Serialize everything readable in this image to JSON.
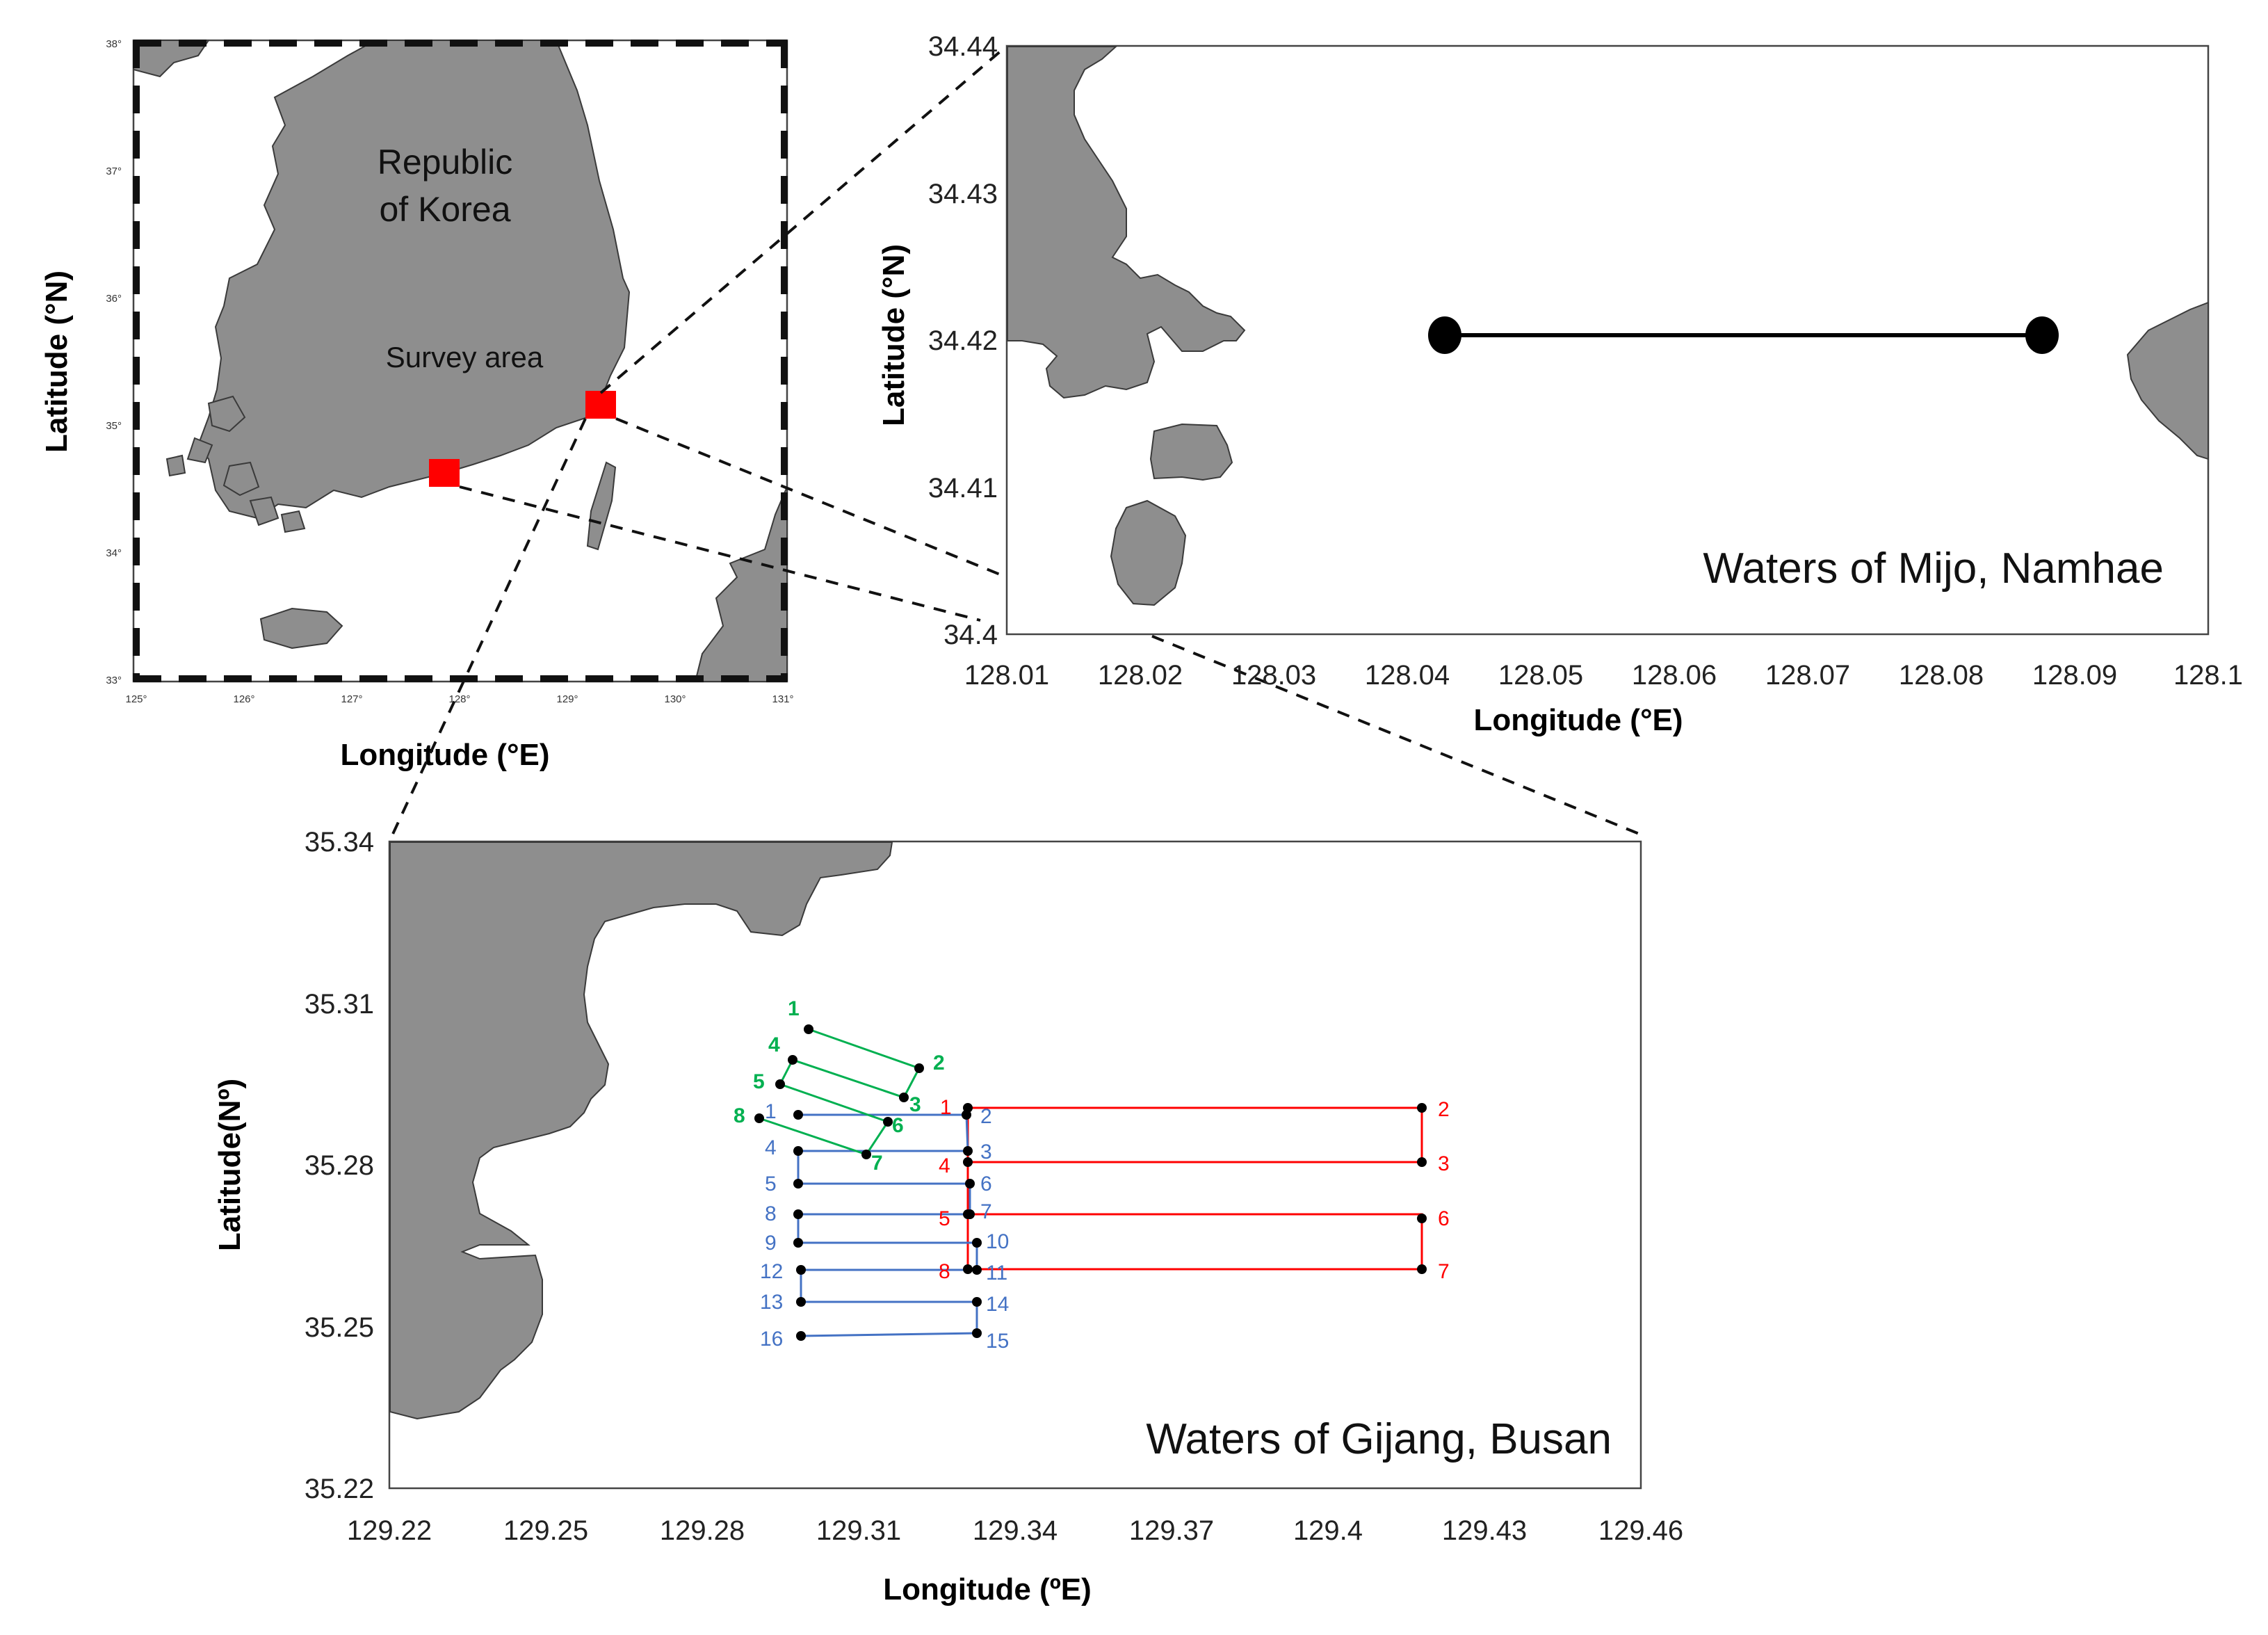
{
  "overview_map": {
    "title_line1": "Republic",
    "title_line2": "of Korea",
    "survey_label": "Survey area",
    "x_axis_label": "Longitude (°E)",
    "y_axis_label": "Latitude (°N)",
    "x_ticks": [
      "125°",
      "126°",
      "127°",
      "128°",
      "129°",
      "130°",
      "131°"
    ],
    "y_ticks": [
      "38°",
      "37°",
      "36°",
      "35°",
      "34°",
      "33°"
    ],
    "survey_marker_color": "#ff0000"
  },
  "mijo_map": {
    "title": "Waters of Mijo, Namhae",
    "x_axis_label": "Longitude (°E)",
    "y_axis_label": "Latitude (°N)",
    "x_ticks": [
      "128.01",
      "128.02",
      "128.03",
      "128.04",
      "128.05",
      "128.06",
      "128.07",
      "128.08",
      "128.09",
      "128.1"
    ],
    "y_ticks": [
      "34.44",
      "34.43",
      "34.42",
      "34.41",
      "34.4"
    ],
    "transect": {
      "start": [
        128.043,
        34.4205
      ],
      "end": [
        128.0875,
        34.4205
      ]
    }
  },
  "gijang_map": {
    "title": "Waters of Gijang, Busan",
    "x_axis_label": "Longitude (ºE)",
    "y_axis_label": "Latitude(Nº)",
    "x_ticks": [
      "129.22",
      "129.25",
      "129.28",
      "129.31",
      "129.34",
      "129.37",
      "129.4",
      "129.43",
      "129.46"
    ],
    "y_ticks": [
      "35.34",
      "35.31",
      "35.28",
      "35.25",
      "35.22"
    ],
    "colors": {
      "green": "#00b050",
      "blue": "#4472c4",
      "red": "#ff0000"
    },
    "green_labels": [
      "1",
      "2",
      "3",
      "4",
      "5",
      "6",
      "7",
      "8"
    ],
    "blue_labels": [
      "1",
      "2",
      "3",
      "4",
      "5",
      "6",
      "7",
      "8",
      "9",
      "10",
      "11",
      "12",
      "13",
      "14",
      "15",
      "16"
    ],
    "red_labels": [
      "1",
      "2",
      "3",
      "4",
      "5",
      "6",
      "7",
      "8"
    ]
  }
}
